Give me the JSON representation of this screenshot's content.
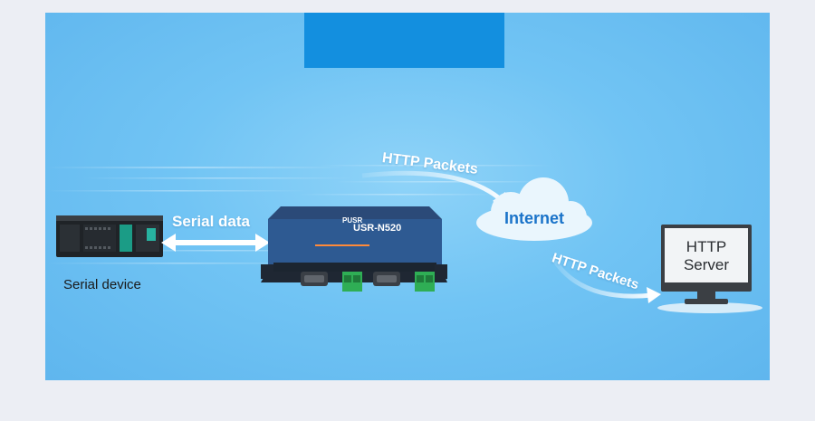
{
  "diagram": {
    "serial_device_label": "Serial device",
    "serial_data_label": "Serial data",
    "http_packets_top": "HTTP Packets",
    "http_packets_bottom": "HTTP Packets",
    "internet_label": "Internet",
    "server_label_line1": "HTTP",
    "server_label_line2": "Server",
    "device_brand": "PUSR",
    "device_model": "USR-N520"
  },
  "colors": {
    "panel": "#6cc0f3",
    "title_bar": "#138fdf",
    "outer_background": "#eceef4",
    "internet_text": "#1a73c9",
    "terminal_green": "#2fae55"
  }
}
